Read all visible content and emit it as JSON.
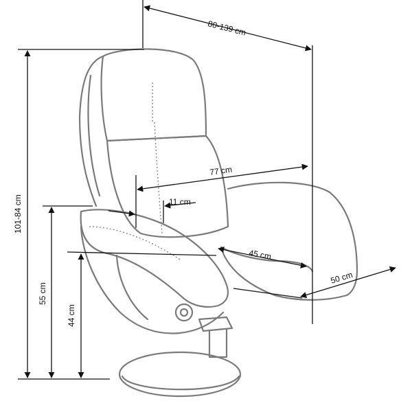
{
  "dimensions": {
    "depth_range": "80-139 cm",
    "height_range": "101-84 cm",
    "seat_depth": "77 cm",
    "armrest_width": "11 cm",
    "seat_height_45": "45 cm",
    "seat_width": "50 cm",
    "armrest_height": "55 cm",
    "seat_height": "44 cm"
  },
  "colors": {
    "outline": "#7a7a7a",
    "dimension": "#111111"
  }
}
